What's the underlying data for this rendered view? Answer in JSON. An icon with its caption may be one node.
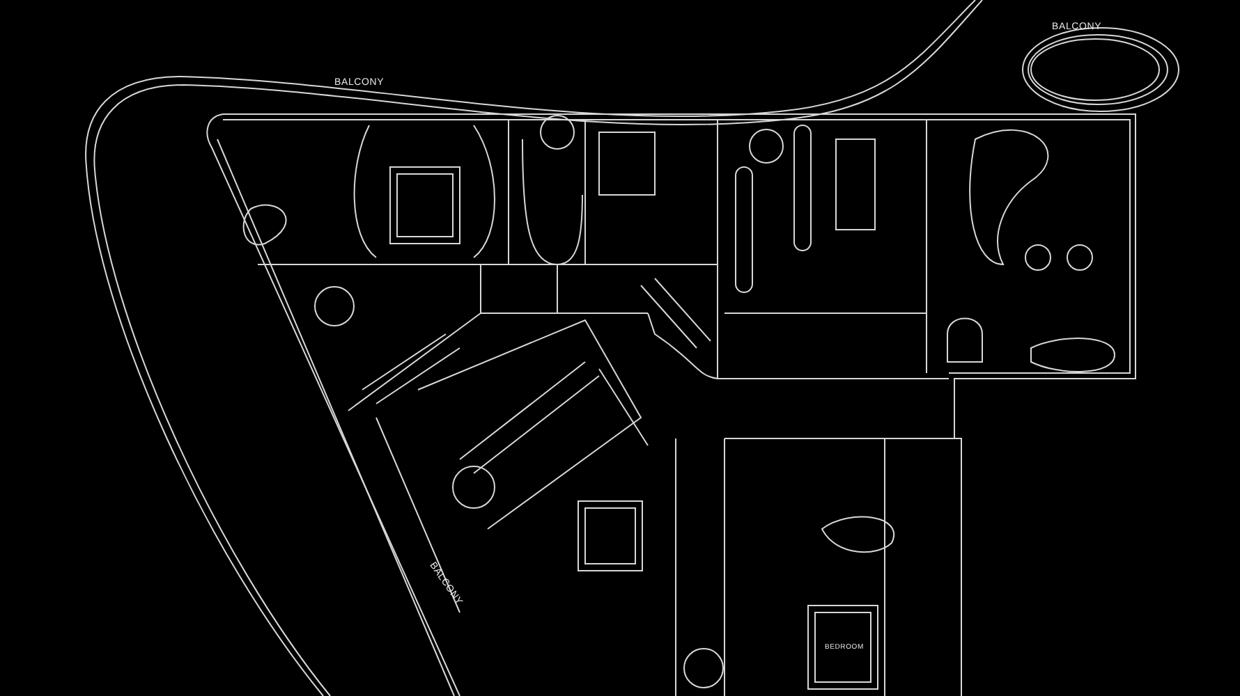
{
  "diagram": {
    "labels": [
      "BALCONY",
      "BALCONY",
      "BALCONY",
      "BEDROOM"
    ]
  }
}
